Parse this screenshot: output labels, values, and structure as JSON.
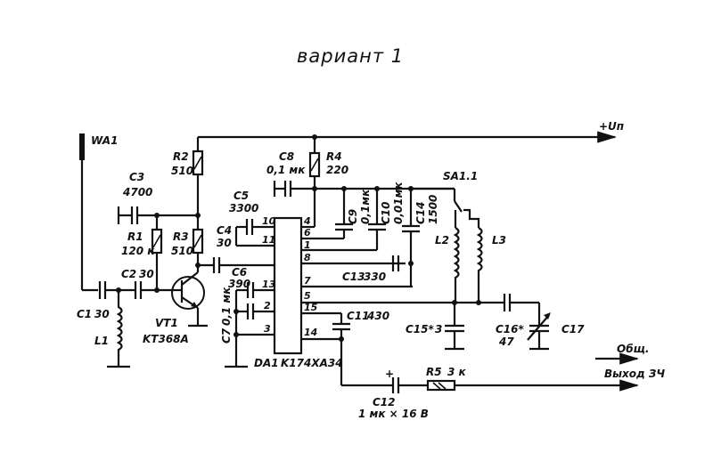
{
  "title": "вариант 1",
  "supply_label": "+Uп",
  "antenna": {
    "ref": "WA1"
  },
  "transistor": {
    "ref": "VT1",
    "part": "KT368A"
  },
  "ic": {
    "ref": "DA1",
    "part": "K174XA34",
    "pins_left": [
      "10",
      "11",
      "13",
      "2",
      "3"
    ],
    "pins_right": [
      "4",
      "6",
      "1",
      "8",
      "7",
      "5",
      "15",
      "14"
    ]
  },
  "components": {
    "R1": {
      "ref": "R1",
      "value": "120 к"
    },
    "R2": {
      "ref": "R2",
      "value": "510"
    },
    "R3": {
      "ref": "R3",
      "value": "510"
    },
    "R4": {
      "ref": "R4",
      "value": "220"
    },
    "R5": {
      "ref": "R5",
      "value": "3 к"
    },
    "C1": {
      "ref": "C1",
      "value": "30"
    },
    "C2": {
      "ref": "C2",
      "value": "30"
    },
    "C3": {
      "ref": "C3",
      "value": "4700"
    },
    "C4": {
      "ref": "C4",
      "value": "30"
    },
    "C5": {
      "ref": "C5",
      "value": "3300"
    },
    "C6": {
      "ref": "C6",
      "value": "390"
    },
    "C7": {
      "ref": "C7",
      "value": "0,1 мк"
    },
    "C8": {
      "ref": "C8",
      "value": "0,1 мк"
    },
    "C9": {
      "ref": "C9",
      "value": ""
    },
    "C10": {
      "ref": "C10",
      "value": "0,1мк"
    },
    "C11": {
      "ref": "C11",
      "value": "430"
    },
    "C12": {
      "ref": "C12",
      "value": "1 мк × 16 В"
    },
    "C13": {
      "ref": "C13",
      "value": "330"
    },
    "C14": {
      "ref": "C14",
      "value": "0,01мк"
    },
    "C14b": {
      "ref": "",
      "value": "1500"
    },
    "C15": {
      "ref": "C15*",
      "value": "3"
    },
    "C16": {
      "ref": "C16*",
      "value": "47"
    },
    "C17": {
      "ref": "C17",
      "value": ""
    },
    "L1": {
      "ref": "L1"
    },
    "L2": {
      "ref": "L2"
    },
    "L3": {
      "ref": "L3"
    },
    "SA1": {
      "ref": "SA1.1"
    }
  },
  "outputs": {
    "common": "Общ.",
    "audio_out": "Выход ЗЧ"
  }
}
